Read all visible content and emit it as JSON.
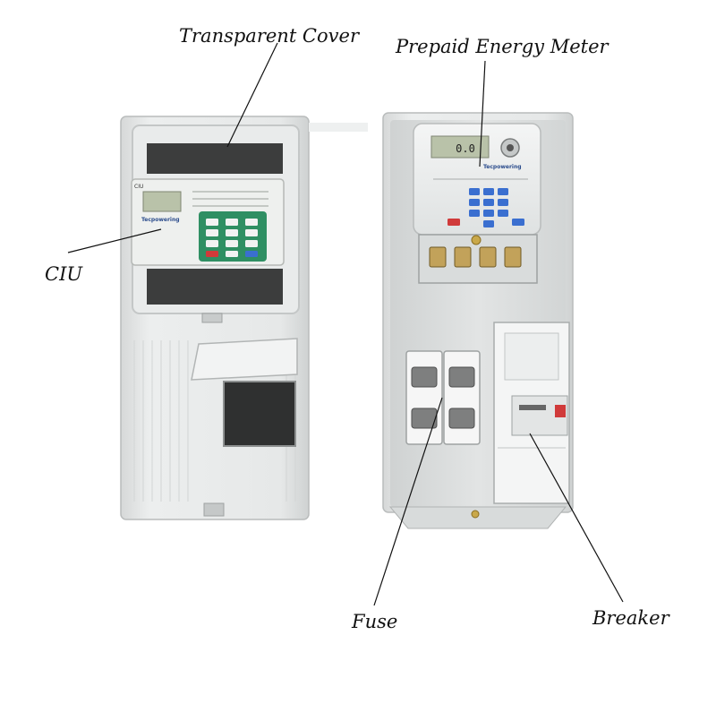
{
  "labels": {
    "transparent_cover": "Transparent Cover",
    "prepaid_energy_meter": "Prepaid Energy Meter",
    "ciu": "CIU",
    "fuse": "Fuse",
    "breaker": "Breaker"
  },
  "device_text": {
    "ciu_panel_code": "CIU",
    "brand_mark": "Tecpowering",
    "meter_display": "0.0"
  },
  "colors": {
    "enclosure_body": "#e4e6e6",
    "enclosure_shadow": "#c9cccc",
    "window_dark": "#3c3d3d",
    "lcd": "#b9c2a9",
    "keypad_panel": "#2f8f63",
    "key": "#f2f2f2",
    "key_red": "#d03a3a",
    "key_blue": "#3a6fd0",
    "leader_line": "#111111"
  }
}
